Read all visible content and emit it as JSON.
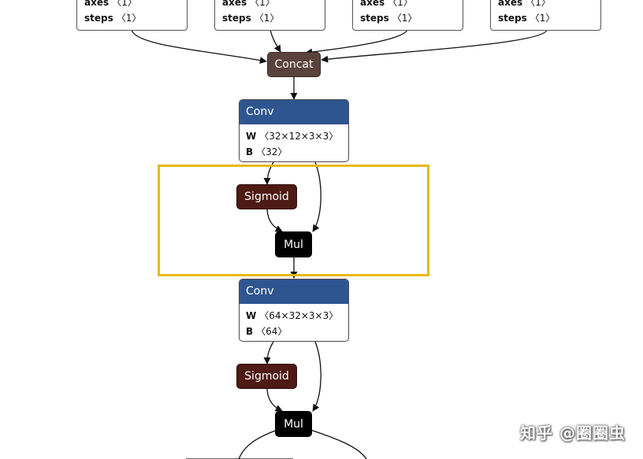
{
  "input_nodes": [
    {
      "params": [
        {
          "name": "axes",
          "value": "〈1〉"
        },
        {
          "name": "steps",
          "value": "〈1〉"
        }
      ]
    },
    {
      "params": [
        {
          "name": "axes",
          "value": "〈1〉"
        },
        {
          "name": "steps",
          "value": "〈1〉"
        }
      ]
    },
    {
      "params": [
        {
          "name": "axes",
          "value": "〈1〉"
        },
        {
          "name": "steps",
          "value": "〈1〉"
        }
      ]
    },
    {
      "params": [
        {
          "name": "axes",
          "value": "〈1〉"
        },
        {
          "name": "steps",
          "value": "〈1〉"
        }
      ]
    }
  ],
  "concat": {
    "label": "Concat"
  },
  "conv1": {
    "title": "Conv",
    "params": [
      {
        "name": "W",
        "value": "〈32×12×3×3〉"
      },
      {
        "name": "B",
        "value": "〈32〉"
      }
    ]
  },
  "sigmoid1": {
    "label": "Sigmoid"
  },
  "mul1": {
    "label": "Mul"
  },
  "conv2": {
    "title": "Conv",
    "params": [
      {
        "name": "W",
        "value": "〈64×32×3×3〉"
      },
      {
        "name": "B",
        "value": "〈64〉"
      }
    ]
  },
  "sigmoid2": {
    "label": "Sigmoid"
  },
  "mul2": {
    "label": "Mul"
  },
  "watermark": {
    "text": "知乎 @圈圈虫"
  },
  "colors": {
    "conv_header": "#2f5591",
    "concat": "#5a433b",
    "sigmoid": "#4e1a14",
    "mul": "#000000",
    "highlight_border": "#e9b914"
  }
}
